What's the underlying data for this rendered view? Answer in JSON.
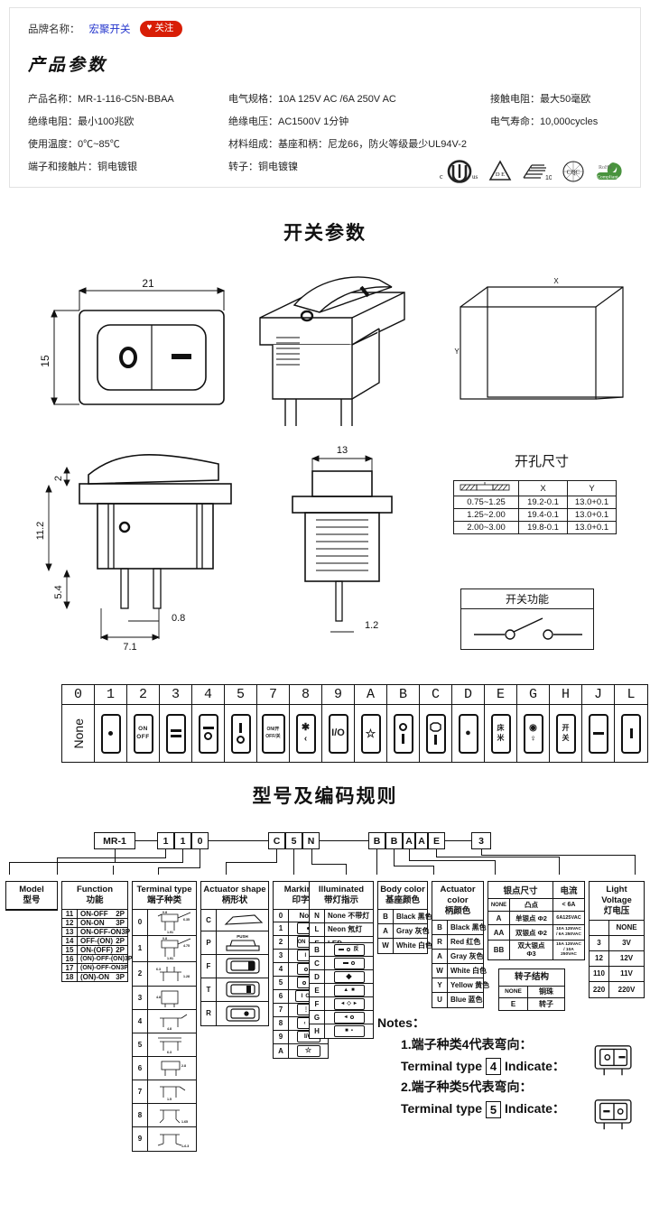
{
  "header": {
    "brand_label": "品牌名称：",
    "brand_name": "宏聚开关",
    "follow_label": "关注",
    "section_title": "产品参数"
  },
  "specs": [
    {
      "c1": "产品名称：MR-1-116-C5N-BBAA",
      "c2": "电气规格：10A  125V  AC /6A 250V  AC",
      "c3": "接触电阻：最大50毫欧"
    },
    {
      "c1": "绝缘电阻：最小100兆欧",
      "c2": "绝缘电压：AC1500V 1分钟",
      "c3": "电气寿命：10,000cycles"
    },
    {
      "c1": "使用温度：0℃~85℃",
      "c2": "材料组成：基座和柄：尼龙66，防火等级最少UL94V-2",
      "c3": ""
    },
    {
      "c1": "端子和接触片：铜电镀银",
      "c2": "转子：铜电镀镍",
      "c3": ""
    }
  ],
  "certs": [
    "cUL-us",
    "VDE",
    "KC-10",
    "CQC",
    "RoHS-compliant"
  ],
  "switch_params": {
    "title": "开关参数",
    "front_view": {
      "width_label": "21",
      "height_label": "15"
    },
    "side_view": {
      "top_label": "2",
      "h1": "11.2",
      "h2": "5.4",
      "pin_w": "0.8",
      "pitch": "7.1"
    },
    "end_view": {
      "width_label": "13",
      "pin_w": "1.2"
    },
    "panel_axis": {
      "x": "X",
      "y": "Y"
    }
  },
  "cutout": {
    "title": "开孔尺寸",
    "headers": [
      "",
      "X",
      "Y"
    ],
    "rows": [
      [
        "0.75~1.25",
        "19.2-0.1",
        "13.0+0.1"
      ],
      [
        "1.25~2.00",
        "19.4-0.1",
        "13.0+0.1"
      ],
      [
        "2.00~3.00",
        "19.8-0.1",
        "13.0+0.1"
      ]
    ]
  },
  "function_box": {
    "title": "开关功能"
  },
  "symbol_strip": [
    {
      "code": "0",
      "art": "none",
      "label": "None"
    },
    {
      "code": "1",
      "art": "dot"
    },
    {
      "code": "2",
      "art": "onoff",
      "top": "ON",
      "bottom": "OFF"
    },
    {
      "code": "3",
      "art": "twobars"
    },
    {
      "code": "4",
      "art": "bar-ring"
    },
    {
      "code": "5",
      "art": "vbar-ring"
    },
    {
      "code": "7",
      "art": "onoff-slash",
      "top": "ON/开",
      "bottom": "OFF/关"
    },
    {
      "code": "8",
      "art": "fan-sym"
    },
    {
      "code": "9",
      "art": "islashO"
    },
    {
      "code": "A",
      "art": "lamp"
    },
    {
      "code": "B",
      "art": "ring-vbar",
      "top": "区"
    },
    {
      "code": "C",
      "art": "badge-vbar"
    },
    {
      "code": "D",
      "art": "face"
    },
    {
      "code": "E",
      "art": "cn2",
      "top": "床",
      "bottom": "米"
    },
    {
      "code": "G",
      "art": "target-key"
    },
    {
      "code": "H",
      "art": "cn2",
      "top": "开",
      "bottom": "关"
    },
    {
      "code": "J",
      "art": "bar"
    },
    {
      "code": "L",
      "art": "vbar"
    }
  ],
  "model_rule": {
    "title": "型号及编码规则",
    "boxes": [
      "MR-1",
      "1",
      "1",
      "0",
      "C",
      "5",
      "N",
      "B",
      "B",
      "A",
      "A",
      "E",
      "3"
    ]
  },
  "code_table": {
    "model": {
      "en": "Model",
      "cn": "型号"
    },
    "function": {
      "en": "Function",
      "cn": "功能",
      "rows": [
        {
          "code": "11",
          "value": "ON-OFF",
          "pole": "2P"
        },
        {
          "code": "12",
          "value": "ON-ON",
          "pole": "3P"
        },
        {
          "code": "13",
          "value": "ON-OFF-ON",
          "pole": "3P"
        },
        {
          "code": "14",
          "value": "OFF-(ON)",
          "pole": "2P"
        },
        {
          "code": "15",
          "value": "ON-(OFF)",
          "pole": "2P"
        },
        {
          "code": "16",
          "value": "(ON)-OFF-(ON)",
          "pole": "3P"
        },
        {
          "code": "17",
          "value": "(ON)-OFF-ON",
          "pole": "3P"
        },
        {
          "code": "18",
          "value": "(ON)-ON",
          "pole": "3P"
        }
      ]
    },
    "terminal_type": {
      "en": "Terminal type",
      "cn": "端子种类",
      "codes": [
        "0",
        "1",
        "2",
        "3",
        "4",
        "5",
        "6",
        "7",
        "8",
        "9"
      ]
    },
    "actuator_shape": {
      "en": "Actuator shape",
      "cn": "柄形状",
      "codes": [
        "C",
        "P",
        "F",
        "T",
        "R"
      ]
    },
    "marking": {
      "en": "Marking",
      "cn": "印字",
      "rows": [
        {
          "code": "0",
          "value": "None"
        },
        {
          "code": "1",
          "value": "dot"
        },
        {
          "code": "2",
          "value": "onoff"
        },
        {
          "code": "3",
          "value": "I II"
        },
        {
          "code": "4",
          "value": "O I"
        },
        {
          "code": "5",
          "value": "O -"
        },
        {
          "code": "6",
          "value": "I O II"
        },
        {
          "code": "7",
          "value": "mixed"
        },
        {
          "code": "8",
          "value": "fan"
        },
        {
          "code": "9",
          "value": "I/O"
        },
        {
          "code": "A",
          "value": "lamp"
        }
      ]
    },
    "illuminated": {
      "en": "Illuminated",
      "cn": "带灯指示",
      "rows": [
        {
          "code": "N",
          "value": "None 不带灯"
        },
        {
          "code": "L",
          "value": "Neon 氖灯"
        },
        {
          "code": "E",
          "value": "LED"
        }
      ],
      "extra_codes": [
        "B",
        "C",
        "D",
        "E",
        "F",
        "G",
        "H"
      ]
    },
    "body_color": {
      "en": "Body color",
      "cn": "基座颜色",
      "rows": [
        {
          "code": "B",
          "value": "Black 黑色"
        },
        {
          "code": "A",
          "value": "Gray 灰色"
        },
        {
          "code": "W",
          "value": "White 白色"
        }
      ]
    },
    "actuator_color": {
      "en": "Actuator color",
      "cn": "柄颜色",
      "rows": [
        {
          "code": "B",
          "value": "Black 黑色"
        },
        {
          "code": "R",
          "value": "Red 红色"
        },
        {
          "code": "A",
          "value": "Gray 灰色"
        },
        {
          "code": "W",
          "value": "White 白色"
        },
        {
          "code": "Y",
          "value": "Yellow 黄色"
        },
        {
          "code": "U",
          "value": "Blue 蓝色"
        }
      ]
    },
    "contact": {
      "title_left": "银点尺寸",
      "title_right": "电流",
      "rows": [
        {
          "code": "NONE",
          "spec": "凸点",
          "current": "< 6A"
        },
        {
          "code": "A",
          "spec": "单银点 Φ2",
          "current": "6A125VAC"
        },
        {
          "code": "AA",
          "spec": "双银点 Φ2",
          "current": "10A 125VAC / 6A 250VAC"
        },
        {
          "code": "BB",
          "spec": "双大银点 Φ3",
          "current": "15A 125VAC / 10A 250VAC"
        }
      ]
    },
    "rotor": {
      "title": "转子结构",
      "rows": [
        {
          "code": "NONE",
          "value": "铜珠"
        },
        {
          "code": "E",
          "value": "转子"
        }
      ]
    },
    "light_voltage": {
      "en": "Light Voltage",
      "cn": "灯电压",
      "rows": [
        {
          "code": "",
          "value": "NONE"
        },
        {
          "code": "3",
          "value": "3V"
        },
        {
          "code": "12",
          "value": "12V"
        },
        {
          "code": "110",
          "value": "11V"
        },
        {
          "code": "220",
          "value": "220V"
        }
      ]
    }
  },
  "notes": {
    "title": "Notes：",
    "items": [
      {
        "cn": "1.端子种类4代表弯向：",
        "en_pre": "Terminal type",
        "num": "4",
        "en_post": "Indicate："
      },
      {
        "cn": "2.端子种类5代表弯向：",
        "en_pre": "Terminal type",
        "num": "5",
        "en_post": "Indicate："
      }
    ]
  },
  "colors": {
    "accent_red": "#d81e06",
    "link_blue": "#2233cc",
    "line": "#111111",
    "panel_border": "#e2e2e2"
  }
}
